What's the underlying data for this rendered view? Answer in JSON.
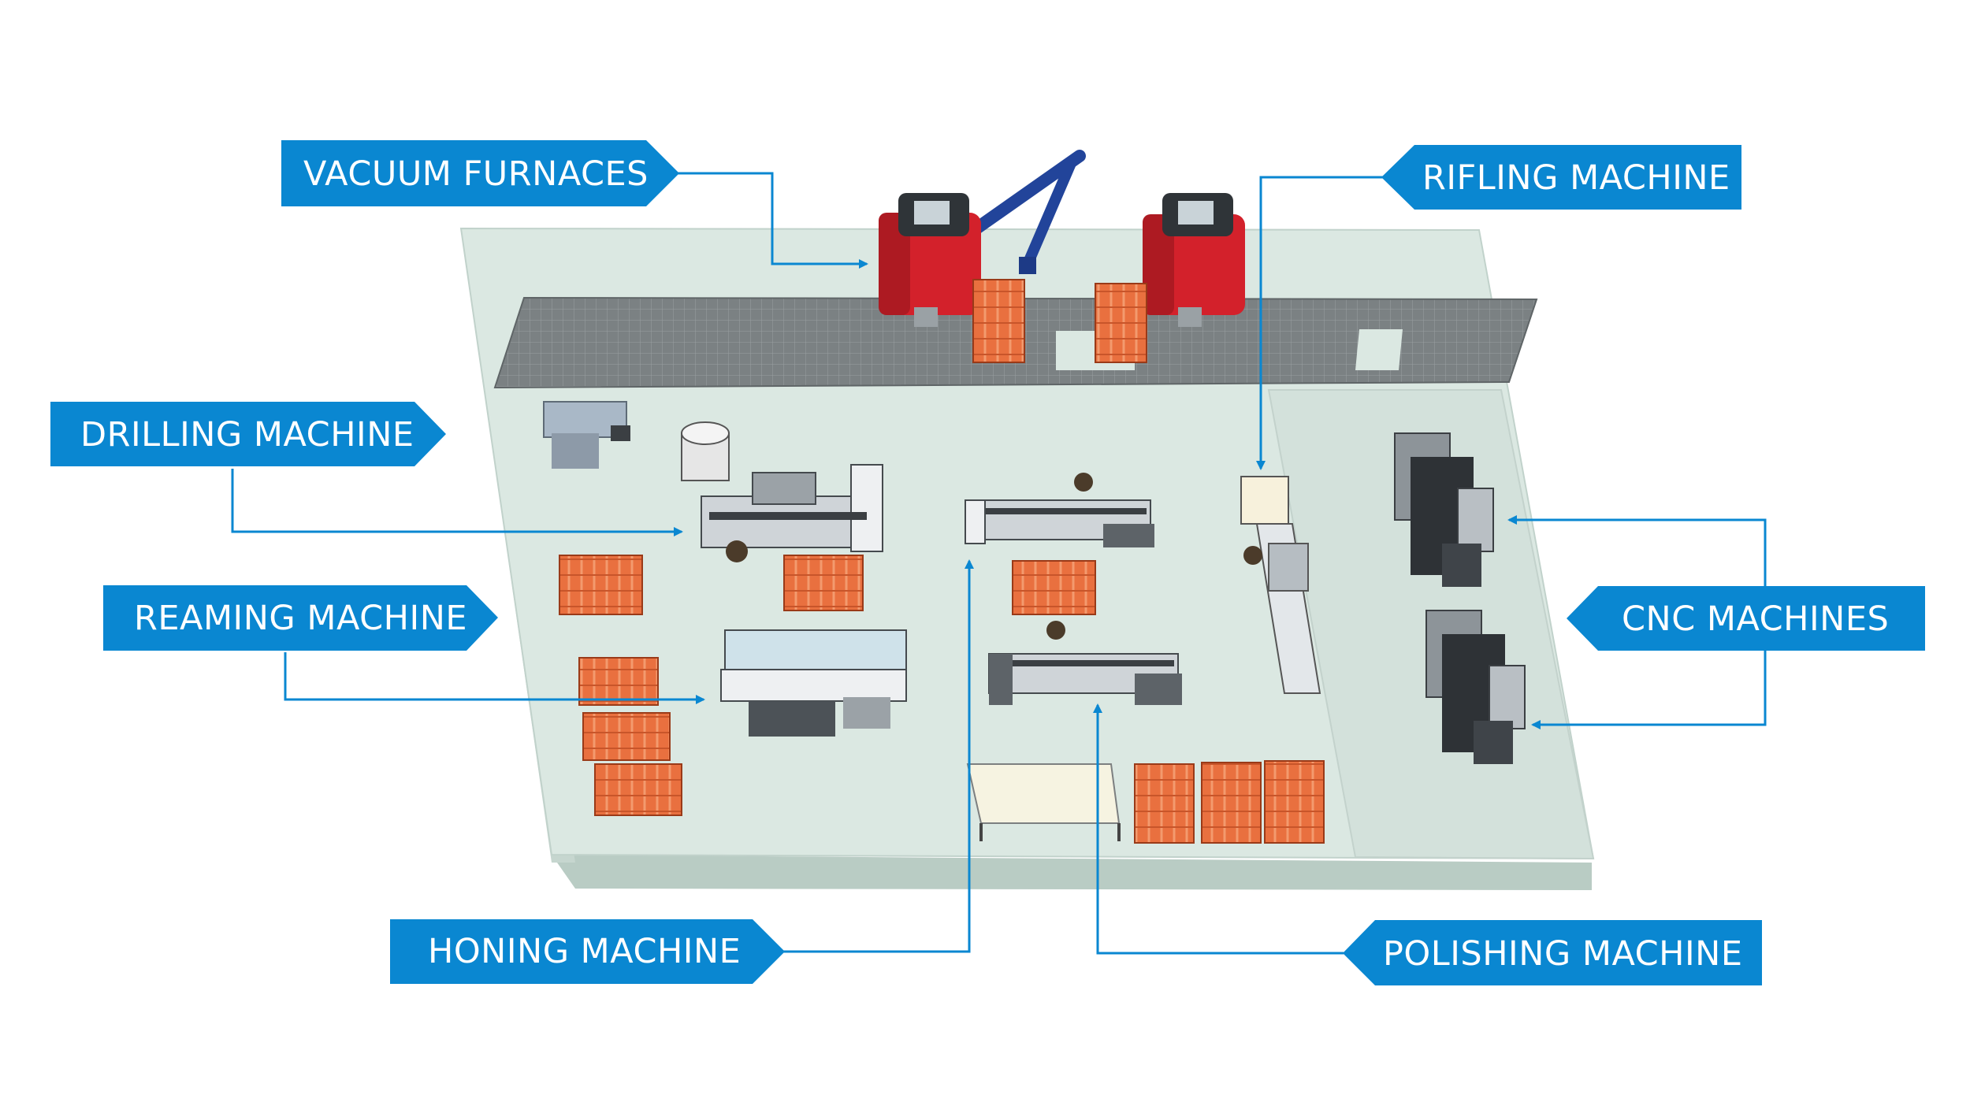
{
  "colors": {
    "accent": "#0a87d1",
    "label_text": "#ffffff",
    "floor_top": "#d9e7e1",
    "floor_side": "#b9ccc4",
    "conveyor": "#7d8384",
    "furnace_red": "#d3212b",
    "crane_blue": "#22449a",
    "rack_orange": "#e76a3a",
    "machine_gray": "#8d9499",
    "machine_dark": "#3b3f43"
  },
  "labels": {
    "vacuum_furnaces": "VACUUM FURNACES",
    "rifling_machine": "RIFLING MACHINE",
    "drilling_machine": "DRILLING MACHINE",
    "reaming_machine": "REAMING MACHINE",
    "cnc_machines": "CNC MACHINES",
    "honing_machine": "HONING MACHINE",
    "polishing_machine": "POLISHING MACHINE"
  }
}
